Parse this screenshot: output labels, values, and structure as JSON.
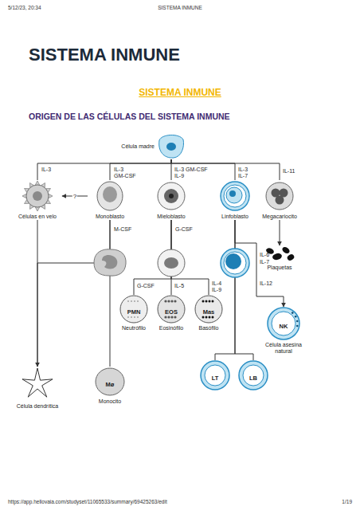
{
  "diagram": {
    "title": "SISTEMA INMUNE",
    "nodes": [
      {
        "text": [
          "Célula madre"
        ]
      },
      {
        "text": [
          "Células en velo"
        ]
      },
      {
        "text": [
          "Monoblasto"
        ]
      },
      {
        "text": [
          "Mieloblasto"
        ]
      },
      {
        "text": [
          "Linfoblasto"
        ]
      },
      {
        "text": [
          "Megacariocito"
        ]
      },
      {
        "text": [
          "Plaquetas"
        ]
      },
      {
        "text": [
          "PMN",
          "Neutrófilo"
        ]
      },
      {
        "text": [
          "EOS",
          "Eosinófilo"
        ]
      },
      {
        "text": [
          "Mas",
          "Basófilo"
        ]
      },
      {
        "text": [
          "NK",
          "Célula asesina natural"
        ]
      },
      {
        "text": [
          "Célula dendrítica"
        ]
      },
      {
        "text": [
          "Mø",
          "Monocito"
        ]
      },
      {
        "text": [
          "LT"
        ]
      },
      {
        "text": [
          "LB"
        ]
      }
    ],
    "edges": [
      {
        "from": 0,
        "to": 1,
        "arrow": "none"
      },
      {
        "from": 0,
        "to": 2,
        "arrow": "none"
      },
      {
        "from": 0,
        "to": 3,
        "arrow": "none"
      },
      {
        "from": 0,
        "to": 4,
        "arrow": "none"
      },
      {
        "from": 0,
        "to": 5,
        "arrow": "none"
      },
      {
        "from": 2,
        "to": 1,
        "label": "?",
        "arrow": "to"
      },
      {
        "from": 1,
        "to": 11,
        "arrow": "to"
      },
      {
        "from": 2,
        "to": 11,
        "arrow": "none"
      },
      {
        "from": 2,
        "to": 12,
        "arrow": "none"
      },
      {
        "from": 3,
        "to": 7,
        "arrow": "none"
      },
      {
        "from": 3,
        "to": 8,
        "arrow": "none"
      },
      {
        "from": 3,
        "to": 9,
        "arrow": "none"
      },
      {
        "from": 4,
        "to": 10,
        "arrow": "to"
      },
      {
        "from": 4,
        "to": 13,
        "arrow": "none"
      },
      {
        "from": 4,
        "to": 14,
        "arrow": "none"
      },
      {
        "from": 5,
        "to": 6,
        "arrow": "to"
      }
    ],
    "labels": [
      "5/12/23, 20:34",
      "SISTEMA INMUNE",
      "SISTEMA INMUNE",
      "ORIGEN DE LAS CÉLULAS DEL SISTEMA INMUNE",
      "IL-3",
      "IL-3",
      "GM-CSF",
      "IL-3 GM-CSF",
      "IL-9",
      "IL-3",
      "IL-7",
      "IL-11",
      "M-CSF",
      "G-CSF",
      "IL-6",
      "IL-7",
      "G-CSF",
      "IL-5",
      "IL-4",
      "IL-9",
      "IL-12",
      "https://app.hellovaia.com/studyset/11065533/summary/69425263/edit",
      "1/19"
    ]
  }
}
